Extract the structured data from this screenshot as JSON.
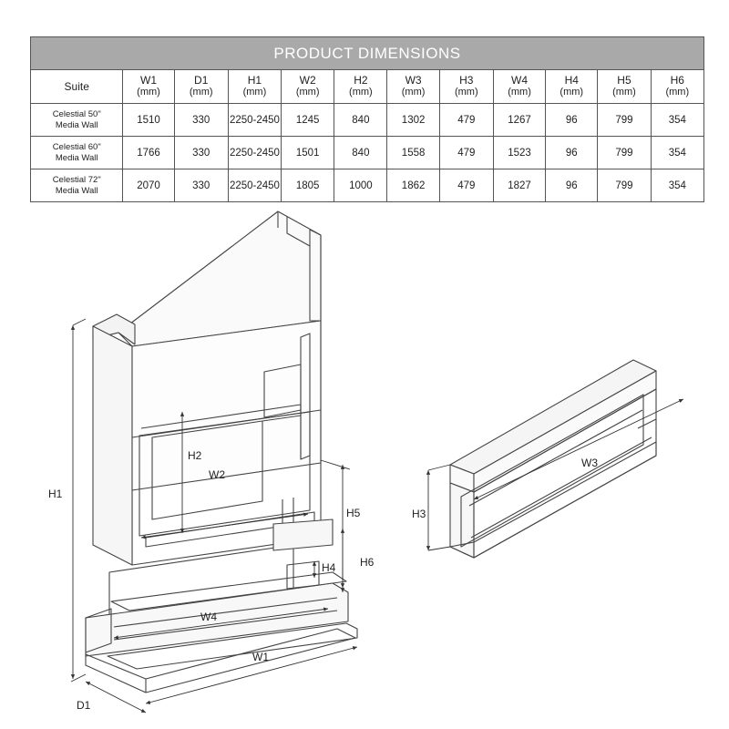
{
  "table": {
    "title": "PRODUCT DIMENSIONS",
    "columns": [
      {
        "name": "Suite",
        "unit": ""
      },
      {
        "name": "W1",
        "unit": "(mm)"
      },
      {
        "name": "D1",
        "unit": "(mm)"
      },
      {
        "name": "H1",
        "unit": "(mm)"
      },
      {
        "name": "W2",
        "unit": "(mm)"
      },
      {
        "name": "H2",
        "unit": "(mm)"
      },
      {
        "name": "W3",
        "unit": "(mm)"
      },
      {
        "name": "H3",
        "unit": "(mm)"
      },
      {
        "name": "W4",
        "unit": "(mm)"
      },
      {
        "name": "H4",
        "unit": "(mm)"
      },
      {
        "name": "H5",
        "unit": "(mm)"
      },
      {
        "name": "H6",
        "unit": "(mm)"
      }
    ],
    "rows": [
      {
        "suite_line1": "Celestial 50\"",
        "suite_line2": "Media Wall",
        "values": [
          "1510",
          "330",
          "2250-2450",
          "1245",
          "840",
          "1302",
          "479",
          "1267",
          "96",
          "799",
          "354"
        ]
      },
      {
        "suite_line1": "Celestial 60\"",
        "suite_line2": "Media Wall",
        "values": [
          "1766",
          "330",
          "2250-2450",
          "1501",
          "840",
          "1558",
          "479",
          "1523",
          "96",
          "799",
          "354"
        ]
      },
      {
        "suite_line1": "Celestial 72\"",
        "suite_line2": "Media Wall",
        "values": [
          "2070",
          "330",
          "2250-2450",
          "1805",
          "1000",
          "1862",
          "479",
          "1827",
          "96",
          "799",
          "354"
        ]
      }
    ]
  },
  "diagram_labels": {
    "h1": "H1",
    "h2": "H2",
    "w2": "W2",
    "h5": "H5",
    "h6": "H6",
    "h4": "H4",
    "w4": "W4",
    "w1": "W1",
    "d1": "D1",
    "h3": "H3",
    "w3": "W3"
  },
  "colors": {
    "header_bg": "#a9a9a9",
    "line": "#555555"
  }
}
